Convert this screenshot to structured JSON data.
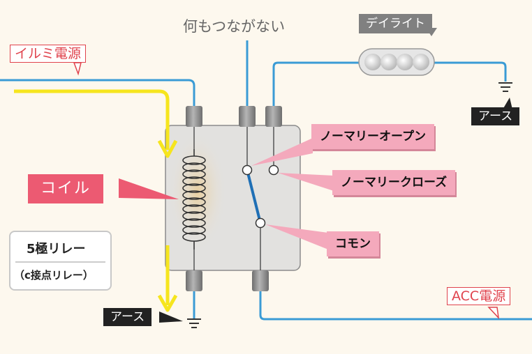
{
  "labels": {
    "nc_top": "何もつながない",
    "illumi": "イルミ電源",
    "daylight": "デイライト",
    "earth_right": "アース",
    "earth_bottom": "アース",
    "coil": "コイル",
    "normally_open": "ノーマリーオープン",
    "normally_closed": "ノーマリークローズ",
    "common": "コモン",
    "acc": "ACC電源",
    "relay_title": "5極リレー",
    "relay_sub": "（c接点リレー）"
  },
  "colors": {
    "wire": "#3a9bd5",
    "current_arrow": "#f6e51e",
    "switch": "#1f6fb5",
    "accent_red": "#e0424c",
    "pink_callout": "#f4a9bc",
    "coil_callout": "#ec5a72"
  }
}
